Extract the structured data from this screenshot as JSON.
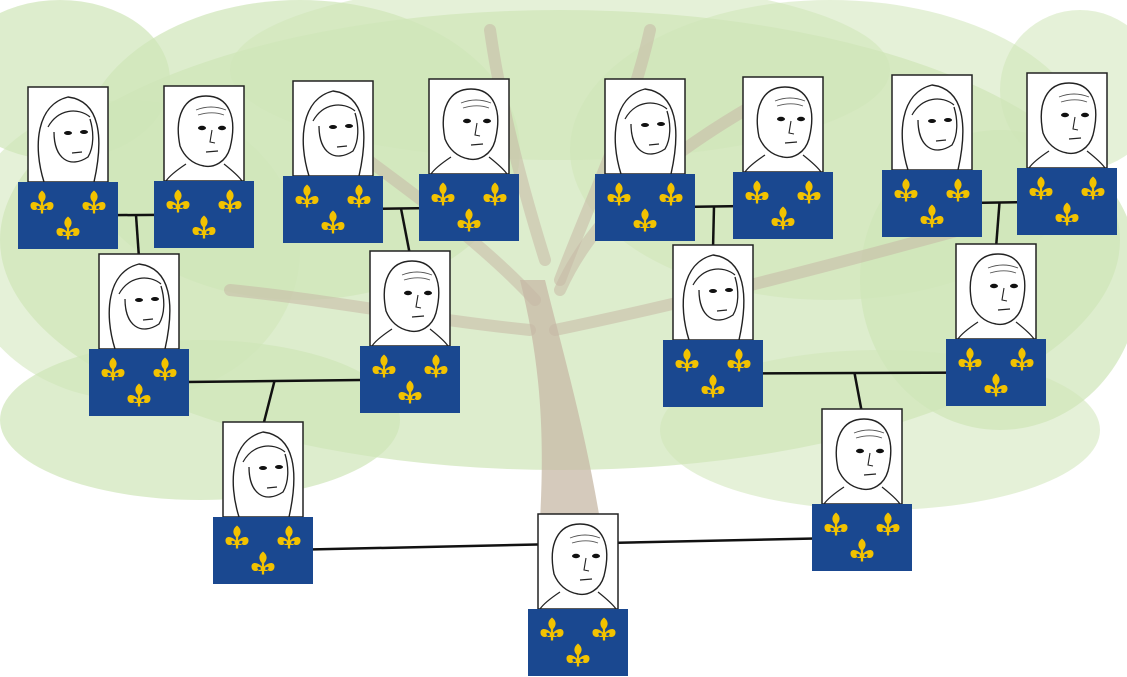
{
  "diagram": {
    "type": "family-tree",
    "flag": {
      "name": "royal-arms-of-france",
      "field_color": "#1a4890",
      "charge": "fleur-de-lis",
      "charge_color": "#f2c200",
      "charge_count": 3
    },
    "portrait_kinds": [
      "woman-portrait",
      "man-portrait"
    ],
    "background": {
      "depicts": "tree",
      "leaf_color": "#cfe5b8",
      "trunk_color": "#c7b8a6"
    },
    "members": [
      {
        "id": "p1",
        "generation": 4,
        "portrait": "woman-portrait"
      },
      {
        "id": "p2",
        "generation": 4,
        "portrait": "man-portrait"
      },
      {
        "id": "p3",
        "generation": 4,
        "portrait": "woman-portrait"
      },
      {
        "id": "p4",
        "generation": 4,
        "portrait": "man-portrait"
      },
      {
        "id": "p5",
        "generation": 4,
        "portrait": "woman-portrait"
      },
      {
        "id": "p6",
        "generation": 4,
        "portrait": "man-portrait"
      },
      {
        "id": "p7",
        "generation": 4,
        "portrait": "woman-portrait"
      },
      {
        "id": "p8",
        "generation": 4,
        "portrait": "man-portrait"
      },
      {
        "id": "p9",
        "generation": 3,
        "portrait": "woman-portrait"
      },
      {
        "id": "p10",
        "generation": 3,
        "portrait": "man-portrait"
      },
      {
        "id": "p11",
        "generation": 3,
        "portrait": "woman-portrait"
      },
      {
        "id": "p12",
        "generation": 3,
        "portrait": "man-portrait"
      },
      {
        "id": "p13",
        "generation": 2,
        "portrait": "woman-portrait"
      },
      {
        "id": "p14",
        "generation": 2,
        "portrait": "man-portrait"
      },
      {
        "id": "p15",
        "generation": 1,
        "portrait": "man-portrait"
      }
    ],
    "couples": [
      {
        "partners": [
          "p1",
          "p2"
        ],
        "child": "p9"
      },
      {
        "partners": [
          "p3",
          "p4"
        ],
        "child": "p10"
      },
      {
        "partners": [
          "p5",
          "p6"
        ],
        "child": "p11"
      },
      {
        "partners": [
          "p7",
          "p8"
        ],
        "child": "p12"
      },
      {
        "partners": [
          "p9",
          "p10"
        ],
        "child": "p13"
      },
      {
        "partners": [
          "p11",
          "p12"
        ],
        "child": "p14"
      },
      {
        "partners": [
          "p13",
          "p14"
        ],
        "child": "p15"
      }
    ]
  }
}
